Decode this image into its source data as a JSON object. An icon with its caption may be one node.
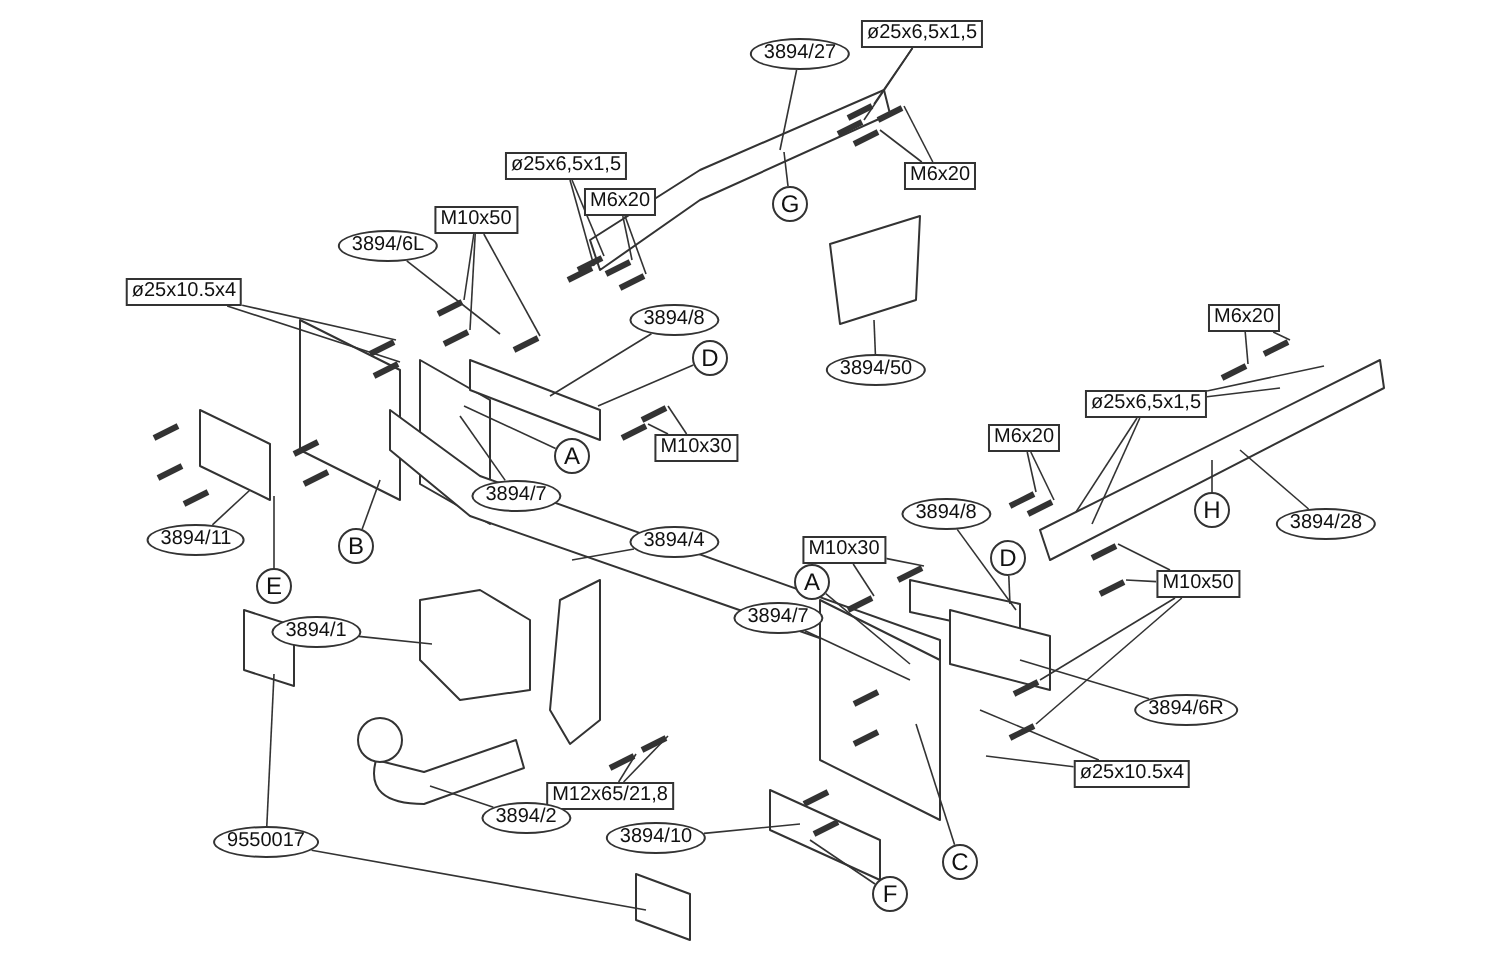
{
  "diagram": {
    "nodes": [
      {
        "text": [
          "3894/27"
        ]
      },
      {
        "text": [
          "ø25x6,5x1,5"
        ]
      },
      {
        "text": [
          "M6x20"
        ]
      },
      {
        "text": [
          "G"
        ]
      },
      {
        "text": [
          "ø25x6,5x1,5"
        ]
      },
      {
        "text": [
          "M6x20"
        ]
      },
      {
        "text": [
          "M10x50"
        ]
      },
      {
        "text": [
          "3894/6L"
        ]
      },
      {
        "text": [
          "ø25x10.5x4"
        ]
      },
      {
        "text": [
          "3894/8"
        ]
      },
      {
        "text": [
          "3894/50"
        ]
      },
      {
        "text": [
          "D"
        ]
      },
      {
        "text": [
          "M6x20"
        ]
      },
      {
        "text": [
          "ø25x6,5x1,5"
        ]
      },
      {
        "text": [
          "M10x30"
        ]
      },
      {
        "text": [
          "A"
        ]
      },
      {
        "text": [
          "M6x20"
        ]
      },
      {
        "text": [
          "3894/7"
        ]
      },
      {
        "text": [
          "H"
        ]
      },
      {
        "text": [
          "3894/28"
        ]
      },
      {
        "text": [
          "3894/11"
        ]
      },
      {
        "text": [
          "B"
        ]
      },
      {
        "text": [
          "3894/4"
        ]
      },
      {
        "text": [
          "3894/8"
        ]
      },
      {
        "text": [
          "M10x30"
        ]
      },
      {
        "text": [
          "D"
        ]
      },
      {
        "text": [
          "E"
        ]
      },
      {
        "text": [
          "A"
        ]
      },
      {
        "text": [
          "M10x50"
        ]
      },
      {
        "text": [
          "3894/7"
        ]
      },
      {
        "text": [
          "3894/1"
        ]
      },
      {
        "text": [
          "3894/6R"
        ]
      },
      {
        "text": [
          "ø25x10.5x4"
        ]
      },
      {
        "text": [
          "M12x65/21,8"
        ]
      },
      {
        "text": [
          "3894/2"
        ]
      },
      {
        "text": [
          "3894/10"
        ]
      },
      {
        "text": [
          "9550017"
        ]
      },
      {
        "text": [
          "C"
        ]
      },
      {
        "text": [
          "F"
        ]
      }
    ],
    "edges": [
      {
        "from": 0,
        "to": null,
        "arrow": "none"
      },
      {
        "from": 1,
        "to": null,
        "arrow": "none"
      },
      {
        "from": 1,
        "to": null,
        "arrow": "none"
      },
      {
        "from": 2,
        "to": null,
        "arrow": "none"
      },
      {
        "from": 2,
        "to": null,
        "arrow": "none"
      },
      {
        "from": 3,
        "to": null,
        "arrow": "none"
      },
      {
        "from": 4,
        "to": null,
        "arrow": "none"
      },
      {
        "from": 4,
        "to": null,
        "arrow": "none"
      },
      {
        "from": 5,
        "to": null,
        "arrow": "none"
      },
      {
        "from": 5,
        "to": null,
        "arrow": "none"
      },
      {
        "from": 6,
        "to": null,
        "arrow": "none"
      },
      {
        "from": 6,
        "to": null,
        "arrow": "none"
      },
      {
        "from": 6,
        "to": null,
        "arrow": "none"
      },
      {
        "from": 7,
        "to": null,
        "arrow": "none"
      },
      {
        "from": 8,
        "to": null,
        "arrow": "none"
      },
      {
        "from": 8,
        "to": null,
        "arrow": "none"
      },
      {
        "from": 9,
        "to": null,
        "arrow": "none"
      },
      {
        "from": 10,
        "to": null,
        "arrow": "none"
      },
      {
        "from": 11,
        "to": null,
        "arrow": "none"
      },
      {
        "from": 12,
        "to": null,
        "arrow": "none"
      },
      {
        "from": 12,
        "to": null,
        "arrow": "none"
      },
      {
        "from": 13,
        "to": null,
        "arrow": "none"
      },
      {
        "from": 13,
        "to": null,
        "arrow": "none"
      },
      {
        "from": 13,
        "to": null,
        "arrow": "none"
      },
      {
        "from": 13,
        "to": null,
        "arrow": "none"
      },
      {
        "from": 14,
        "to": null,
        "arrow": "none"
      },
      {
        "from": 14,
        "to": null,
        "arrow": "none"
      },
      {
        "from": 15,
        "to": null,
        "arrow": "none"
      },
      {
        "from": 16,
        "to": null,
        "arrow": "none"
      },
      {
        "from": 16,
        "to": null,
        "arrow": "none"
      },
      {
        "from": 17,
        "to": null,
        "arrow": "none"
      },
      {
        "from": 18,
        "to": null,
        "arrow": "none"
      },
      {
        "from": 19,
        "to": null,
        "arrow": "none"
      },
      {
        "from": 20,
        "to": null,
        "arrow": "none"
      },
      {
        "from": 21,
        "to": null,
        "arrow": "none"
      },
      {
        "from": 22,
        "to": null,
        "arrow": "none"
      },
      {
        "from": 23,
        "to": null,
        "arrow": "none"
      },
      {
        "from": 24,
        "to": null,
        "arrow": "none"
      },
      {
        "from": 24,
        "to": null,
        "arrow": "none"
      },
      {
        "from": 25,
        "to": null,
        "arrow": "none"
      },
      {
        "from": 26,
        "to": null,
        "arrow": "none"
      },
      {
        "from": 27,
        "to": null,
        "arrow": "none"
      },
      {
        "from": 28,
        "to": null,
        "arrow": "none"
      },
      {
        "from": 28,
        "to": null,
        "arrow": "none"
      },
      {
        "from": 28,
        "to": null,
        "arrow": "none"
      },
      {
        "from": 28,
        "to": null,
        "arrow": "none"
      },
      {
        "from": 29,
        "to": null,
        "arrow": "none"
      },
      {
        "from": 30,
        "to": null,
        "arrow": "none"
      },
      {
        "from": 31,
        "to": null,
        "arrow": "none"
      },
      {
        "from": 32,
        "to": null,
        "arrow": "none"
      },
      {
        "from": 32,
        "to": null,
        "arrow": "none"
      },
      {
        "from": 33,
        "to": null,
        "arrow": "none"
      },
      {
        "from": 33,
        "to": null,
        "arrow": "none"
      },
      {
        "from": 34,
        "to": null,
        "arrow": "none"
      },
      {
        "from": 35,
        "to": null,
        "arrow": "none"
      },
      {
        "from": 36,
        "to": null,
        "arrow": "none"
      },
      {
        "from": 36,
        "to": null,
        "arrow": "none"
      },
      {
        "from": 37,
        "to": null,
        "arrow": "none"
      },
      {
        "from": 38,
        "to": null,
        "arrow": "none"
      }
    ]
  }
}
